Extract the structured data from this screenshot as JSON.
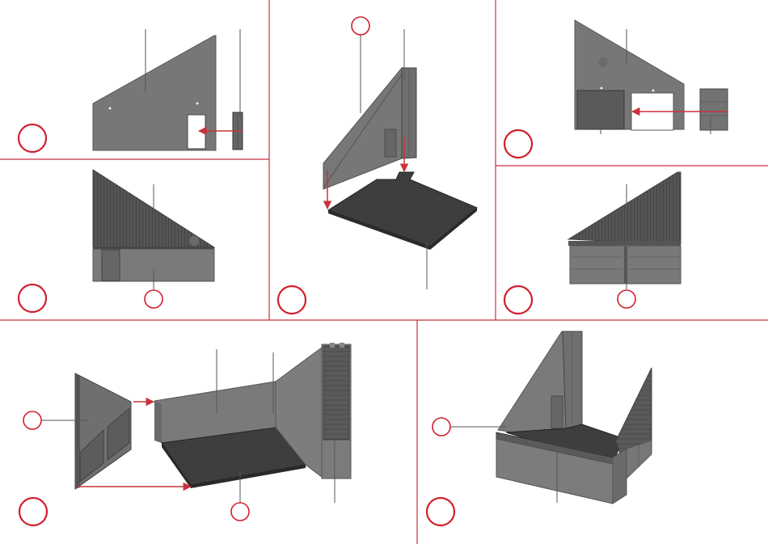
{
  "document": {
    "type": "assembly-instructions",
    "colors": {
      "divider": "#c8323c",
      "arrow": "#c8323c",
      "step_circle": "#d21e2d",
      "wall_gray": "#777777",
      "wall_dark": "#5a5a5a",
      "roof_gray": "#4f4f4f",
      "floor_dark": "#3e3e3e",
      "leader_line": "#555555",
      "background": "#ffffff"
    },
    "panels": [
      {
        "id": "panel-1",
        "step_label": "",
        "content": "side-wall-with-window-and-insert"
      },
      {
        "id": "panel-2",
        "step_label": "",
        "content": "wall-assembled-onto-base-plate"
      },
      {
        "id": "panel-3",
        "step_label": "",
        "content": "gable-wall-with-door-insert"
      },
      {
        "id": "panel-4",
        "step_label": "",
        "content": "side-wall-with-roof-texture"
      },
      {
        "id": "panel-5",
        "step_label": "",
        "content": "gable-wall-with-garage-doors"
      },
      {
        "id": "panel-6",
        "step_label": "",
        "content": "walls-joined-to-floor"
      },
      {
        "id": "panel-7",
        "step_label": "",
        "content": "finished-building-shell"
      }
    ]
  }
}
